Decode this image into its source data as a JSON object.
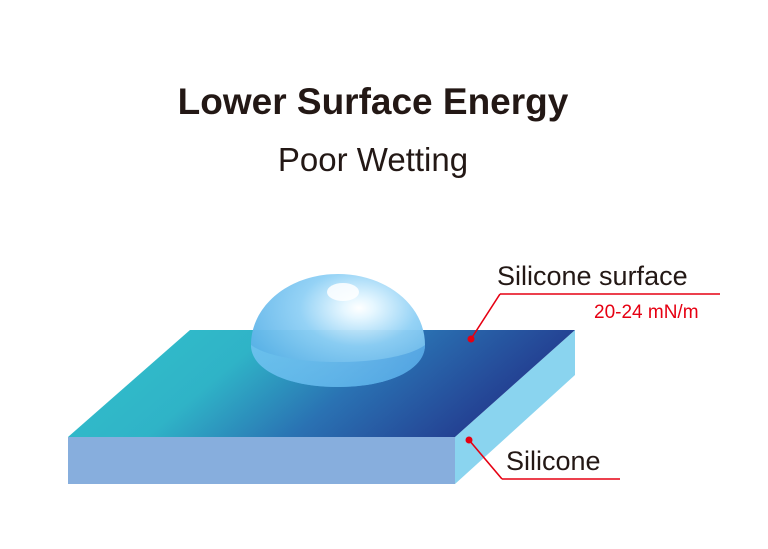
{
  "title": "Lower Surface Energy",
  "subtitle": "Poor Wetting",
  "labels": {
    "surface": "Silicone surface",
    "surface_energy": "20-24 mN/m",
    "material": "Silicone"
  },
  "colors": {
    "text": "#231815",
    "accent_red": "#e60012",
    "slab_top_start": "#33c2cc",
    "slab_top_end": "#233a8e",
    "slab_front": "#87aedd",
    "slab_side": "#8ad4ef",
    "droplet": "#55aee6"
  }
}
